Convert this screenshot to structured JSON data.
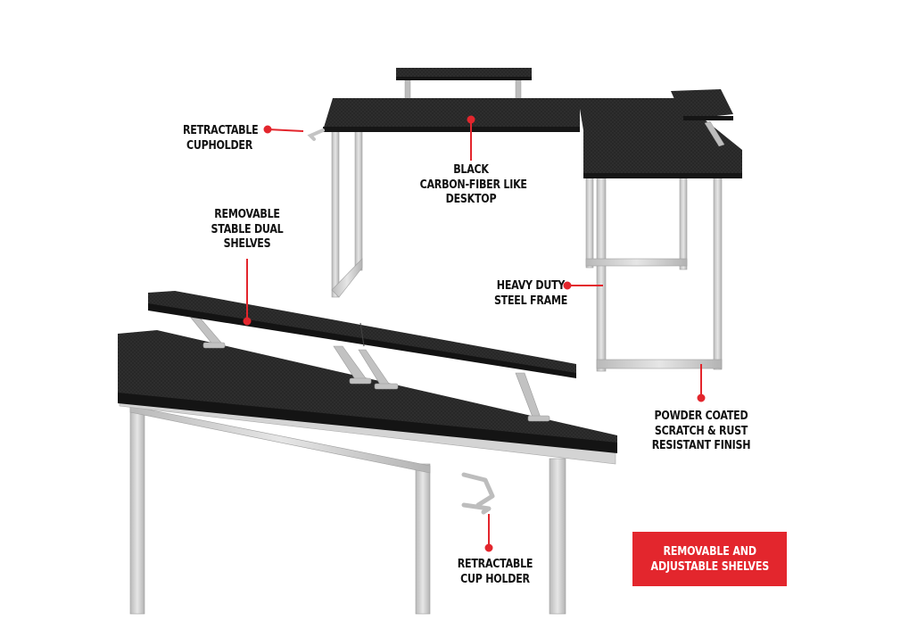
{
  "callouts": {
    "retractable_cupholder": [
      "RETRACTABLE",
      "CUPHOLDER"
    ],
    "black_desktop": [
      "BLACK",
      "CARBON-FIBER LIKE",
      "DESKTOP"
    ],
    "removable_dual_shelves": [
      "REMOVABLE",
      "STABLE DUAL",
      "SHELVES"
    ],
    "heavy_duty_frame": [
      "HEAVY DUTY",
      "STEEL FRAME"
    ],
    "powder_coated_finish": [
      "POWDER COATED",
      "SCRATCH & RUST",
      "RESISTANT FINISH"
    ],
    "retractable_cup_holder": [
      "RETRACTABLE",
      "CUP HOLDER"
    ]
  },
  "badge": {
    "lines": [
      "REMOVABLE AND",
      "ADJUSTABLE SHELVES"
    ]
  },
  "colors": {
    "accent_red": "#e3262d",
    "desktop_black": "#262626",
    "steel_frame": "#c9c9c9",
    "label_text": "#111111"
  },
  "icons": {
    "callout_marker": "red-dot-icon"
  }
}
